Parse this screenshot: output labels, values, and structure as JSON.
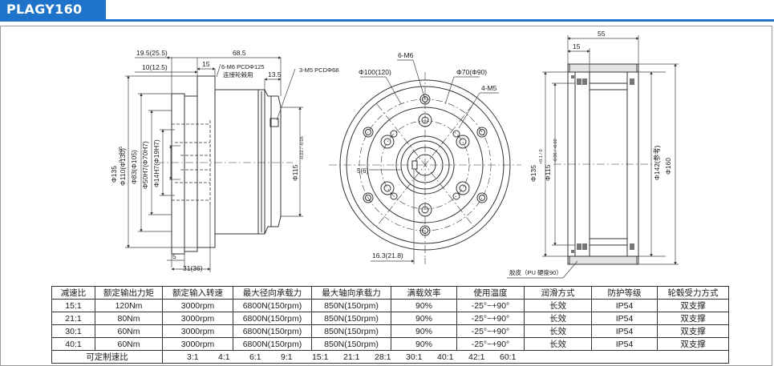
{
  "title": "PLAGY160",
  "colors": {
    "brand": "#1f73c9",
    "line": "#333333",
    "dimension": "#444444"
  },
  "side_view": {
    "dims": {
      "d1": "19.5(25.5)",
      "d2": "68.5",
      "d3": "10(12.5)",
      "d4": "15",
      "d5": "6-M6 PCDΦ125",
      "d5b": "连接轮毂用",
      "d6": "13.5",
      "d7": "3-M5 PCDΦ68",
      "d8": "Φ135",
      "d8tol": "0 / -0.05",
      "d9": "Φ110(Φ130)",
      "d10": "Φ83(Φ105)",
      "d11": "Φ50H7(Φ70H7)",
      "d12": "Φ14H7(Φ19H7)",
      "d13": "Φ115",
      "d13tol": "-0.02 / -0.05",
      "d14": "5",
      "d15": "31(36)"
    }
  },
  "front_view": {
    "dims": {
      "f1": "6-M6",
      "f2": "Φ100(120)",
      "f3": "Φ70(Φ90)",
      "f4": "4-M5",
      "f5": "5(6)",
      "f6": "16.3(21.8)"
    }
  },
  "hub_view": {
    "dims": {
      "h1": "55",
      "h2": "15",
      "h3": "Φ135",
      "h3tol": "+0.1 / 0",
      "h4": "Φ115",
      "h4tol": "-0.06 / -0.02",
      "h5": "Φ142(参考)",
      "h6": "Φ160",
      "h7": "胶皮（PU 硬度90）"
    }
  },
  "table": {
    "headers": [
      "减速比",
      "额定输出力矩",
      "额定输入转速",
      "最大径向承载力",
      "最大轴向承载力",
      "满载效率",
      "使用温度",
      "润滑方式",
      "防护等级",
      "轮毂受力方式"
    ],
    "rows": [
      [
        "15:1",
        "120Nm",
        "3000rpm",
        "6800N(150rpm)",
        "850N(150rpm)",
        "90%",
        "-25°~+90°",
        "长效",
        "IP54",
        "双支撑"
      ],
      [
        "21:1",
        "80Nm",
        "3000rpm",
        "6800N(150rpm)",
        "850N(150rpm)",
        "90%",
        "-25°~+90°",
        "长效",
        "IP54",
        "双支撑"
      ],
      [
        "30:1",
        "60Nm",
        "3000rpm",
        "6800N(150rpm)",
        "850N(150rpm)",
        "90%",
        "-25°~+90°",
        "长效",
        "IP54",
        "双支撑"
      ],
      [
        "40:1",
        "60Nm",
        "3000rpm",
        "6800N(150rpm)",
        "850N(150rpm)",
        "90%",
        "-25°~+90°",
        "长效",
        "IP54",
        "双支撑"
      ]
    ],
    "custom_label": "可定制速比",
    "custom_ratios": [
      "3:1",
      "4:1",
      "6:1",
      "9:1",
      "15:1",
      "21:1",
      "28:1",
      "30:1",
      "40:1",
      "42:1",
      "60:1"
    ]
  }
}
